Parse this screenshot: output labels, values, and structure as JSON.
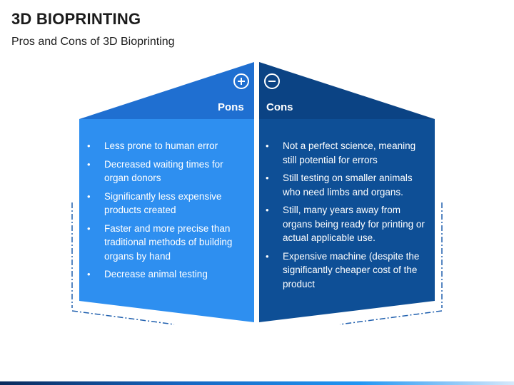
{
  "slide": {
    "title": "3D BIOPRINTING",
    "subtitle": "Pros and Cons of 3D Bioprinting"
  },
  "pros": {
    "label": "Pons",
    "icon": "plus-circle-icon",
    "color": "#2e8ff0",
    "items": [
      "Less prone to human error",
      "Decreased waiting times for organ donors",
      "Significantly less expensive products created",
      "Faster and more precise than traditional methods of building organs by hand",
      "Decrease animal testing"
    ]
  },
  "cons": {
    "label": "Cons",
    "icon": "minus-circle-icon",
    "color": "#0e4f96",
    "items": [
      "Not a perfect science, meaning still potential for errors",
      "Still testing on smaller animals who need limbs and organs.",
      "Still, many years away from organs being ready for printing or actual applicable use.",
      "Expensive machine (despite the significantly cheaper cost of the product"
    ]
  },
  "bullet": "•"
}
